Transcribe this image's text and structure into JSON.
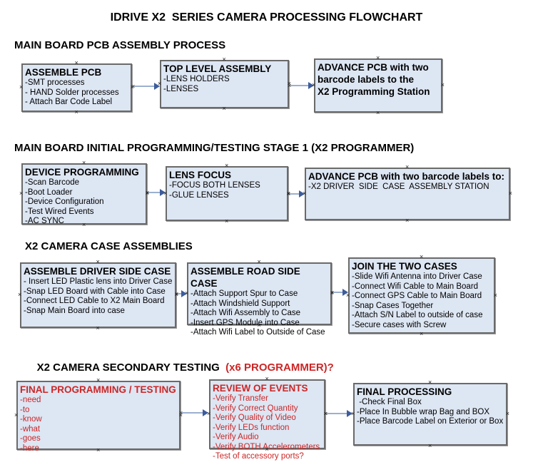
{
  "title": "IDRIVE X2  SERIES CAMERA PROCESSING FLOWCHART",
  "colors": {
    "box_fill": "#dde6f3",
    "box_border": "#6a6a6a",
    "red_text": "#cc2626",
    "arrow_line": "#9bb0cf",
    "arrow_head": "#3d5c9c"
  },
  "sections": [
    {
      "heading": "MAIN BOARD PCB ASSEMBLY PROCESS",
      "boxes": [
        {
          "title": "ASSEMBLE PCB",
          "items": [
            "-SMT processes",
            "- HAND Solder processes",
            "- Attach Bar Code Label"
          ]
        },
        {
          "title": "TOP LEVEL ASSEMBLY",
          "items": [
            "-LENS HOLDERS",
            "-LENSES"
          ]
        },
        {
          "title": "ADVANCE PCB with two\nbarcode labels to the\n X2 Programming Station",
          "items": []
        }
      ]
    },
    {
      "heading": "MAIN BOARD INITIAL PROGRAMMING/TESTING STAGE 1 (X2 PROGRAMMER)",
      "boxes": [
        {
          "title": "DEVICE PROGRAMMING",
          "items": [
            "-Scan Barcode",
            "-Boot Loader",
            "-Device Configuration",
            "-Test Wired Events",
            "-AC SYNC"
          ]
        },
        {
          "title": "LENS FOCUS",
          "items": [
            "-FOCUS BOTH LENSES",
            "-GLUE LENSES"
          ]
        },
        {
          "title": "ADVANCE PCB with two barcode labels to:",
          "items": [
            "-X2 DRIVER  SIDE  CASE  ASSEMBLY STATION"
          ]
        }
      ]
    },
    {
      "heading": "X2 CAMERA CASE ASSEMBLIES",
      "boxes": [
        {
          "title": "ASSEMBLE DRIVER SIDE CASE",
          "items": [
            "- Insert LED Plastic lens into Driver Case",
            "-Snap LED Board with Cable into Case",
            "-Connect LED Cable to X2 Main Board",
            "-Snap Main Board into case"
          ]
        },
        {
          "title": "ASSEMBLE ROAD SIDE CASE",
          "items": [
            "-Attach Support Spur to Case",
            "-Attach Windshield Support",
            "-Attach Wifi Assembly to Case",
            "-Insert GPS Module into Case",
            "-Attach Wifi Label to Outside of Case"
          ]
        },
        {
          "title": "JOIN THE TWO CASES",
          "items": [
            "-Slide Wifi Antenna into Driver Case",
            "-Connect Wifi Cable to Main Board",
            "-Connect GPS Cable to Main Board",
            "-Snap Cases Together",
            "-Attach S/N Label to outside of case",
            "-Secure cases with Screw"
          ]
        }
      ]
    },
    {
      "heading": "X2 CAMERA SECONDARY TESTING  ",
      "heading_suffix": "(x6 PROGRAMMER)?",
      "boxes": [
        {
          "title": "FINAL PROGRAMMING / TESTING",
          "color": "red",
          "items": [
            "-need",
            "-to",
            "-know",
            "-what",
            "-goes",
            "-here"
          ]
        },
        {
          "title": "REVIEW OF EVENTS",
          "color": "red",
          "items": [
            "-Verify Transfer",
            "-Verify Correct Quantity",
            "-Verify Quality of Video",
            "-Verify LEDs function",
            "-Verify Audio",
            "-Verify BOTH Accelerometers",
            "-Test of accessory ports?"
          ]
        },
        {
          "title": "FINAL PROCESSING",
          "items": [
            " -Check Final Box",
            "-Place In Bubble wrap Bag and BOX",
            "-Place Barcode Label on Exterior or Box"
          ]
        }
      ]
    }
  ]
}
